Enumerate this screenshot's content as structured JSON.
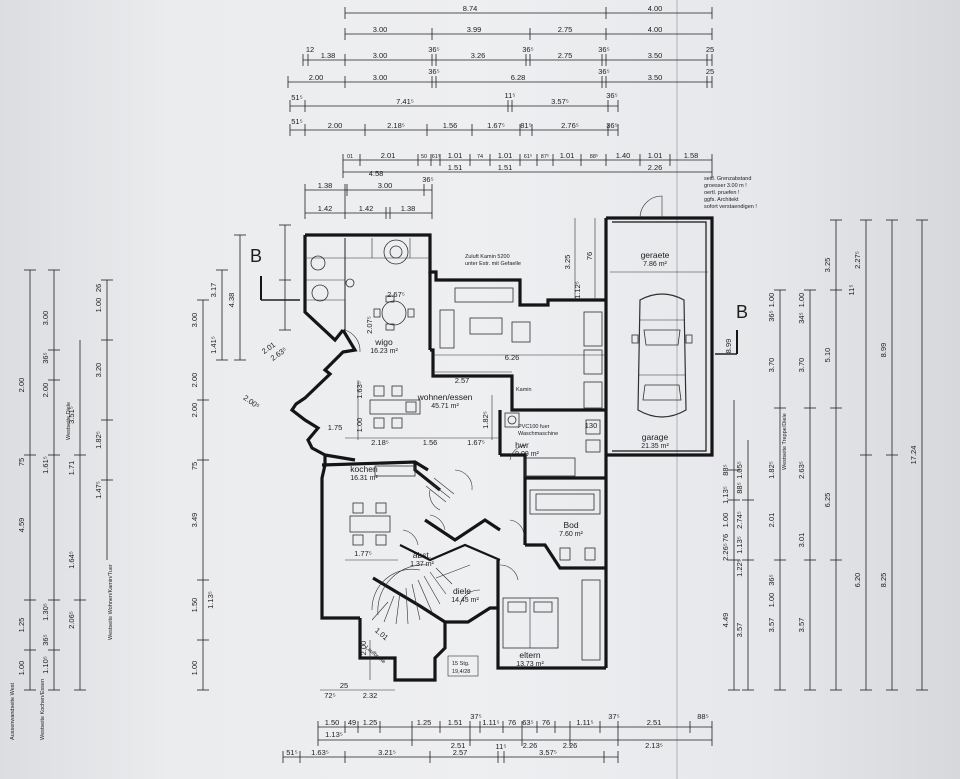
{
  "top_dims": {
    "row1": [
      "8.74",
      "4.00"
    ],
    "row2": [
      "3.00",
      "3.99",
      "2.75",
      "4.00"
    ],
    "row3": [
      "12",
      "1.38",
      "3.00",
      "36⁵",
      "3.26",
      "36⁵",
      "2.75",
      "36⁵",
      "3.50",
      "25"
    ],
    "row4": [
      "2.00",
      "36⁵",
      "3.00",
      "6.28",
      "36⁵",
      "3.50",
      "25"
    ],
    "row5": [
      "51⁵",
      "7.41⁵",
      "11⁵",
      "3.57⁵",
      "36⁵"
    ],
    "row6": [
      "51⁵",
      "2.00",
      "2.18⁵",
      "1.56",
      "1.67⁵",
      "81⁵",
      "2.76⁵",
      "36⁵"
    ],
    "row7": [
      "01",
      "2.01",
      "50",
      "61⁵",
      "1.01",
      "74",
      "1.01",
      "61⁵",
      "87⁵",
      "1.01",
      "88⁵",
      "1.40",
      "1.01",
      "1.58"
    ],
    "row8": [
      "4.58",
      "1.51",
      "1.51",
      "2.26"
    ],
    "row9": [
      "1.38",
      "3.00",
      "36⁵"
    ],
    "row10": [
      "1.42",
      "1.42",
      "1.38"
    ]
  },
  "notes": {
    "grenz": [
      "seitl. Grenzabstand",
      "groesser 3.00 m !",
      "oertl. pruefen !",
      "ggfs. Architekt",
      "sofort verstaendigen !"
    ],
    "kamin": [
      "Zuluft Kamin 5200",
      "unter Estr. mit Gefaelle"
    ],
    "kamin_short": "Kamin",
    "pvc": [
      "PVC100 fuer",
      "Waschmaschine"
    ],
    "stairs": [
      "15 Stg.",
      "19,4/28"
    ],
    "landing": "Laufbreite"
  },
  "section_markers": [
    "B",
    "B"
  ],
  "rooms": [
    {
      "name": "wigo",
      "area": "16.23 m²"
    },
    {
      "name": "wohnen/essen",
      "area": "45.71 m²"
    },
    {
      "name": "kochen",
      "area": "16.31 m²"
    },
    {
      "name": "abst.",
      "area": "1.37 m²"
    },
    {
      "name": "diele",
      "area": "14.45 m²"
    },
    {
      "name": "hwr",
      "area": "9.09 m²"
    },
    {
      "name": "Bod",
      "area": "7.60 m²"
    },
    {
      "name": "eltern",
      "area": "13.73 m²"
    },
    {
      "name": "geraete",
      "area": "7.86 m²"
    },
    {
      "name": "garage",
      "area": "21.35 m²"
    }
  ],
  "inner_dims": {
    "wigo_w": "2.67⁵",
    "wigo_h": "2.07⁵",
    "liv_w": "6.26",
    "liv_low": "2.57",
    "kit_w": "2.18⁵",
    "mid1": "1.56",
    "mid2": "1.67⁵",
    "kit_h": "1.00",
    "kit_w2": "1.77⁵",
    "stair_w": "2.00",
    "porch": "72⁵",
    "porch2": "2.32",
    "porch3": "25",
    "v1": "1.63⁵",
    "v2": "1.82⁵",
    "v3": "1.75",
    "diag1": "2.01",
    "diag2": "2.63⁵",
    "diag3": "2.00⁵",
    "door": "1.01",
    "g1": "130",
    "g2": "3.25",
    "g3": "1.12⁵",
    "g4": "76"
  },
  "left_dims": {
    "col1": [
      "4.59",
      "2.00",
      "75",
      "1.25",
      "1.00"
    ],
    "col2": [
      "36⁵",
      "1.30⁵",
      "36⁵",
      "1.10⁵",
      "2.00",
      "1.61⁵",
      "3.51⁵"
    ],
    "col3": [
      "3.00",
      "1.71",
      "1.64⁵",
      "2.06⁵"
    ],
    "col4": [
      "26",
      "1.00",
      "3.20",
      "1.82⁵",
      "1.47⁵"
    ],
    "col5": [
      "3.00",
      "2.00",
      "75",
      "2.00",
      "1.50",
      "1.00",
      "3.49",
      "1.13⁵"
    ],
    "col6": [
      "1.41⁵",
      "3.17",
      "4.38"
    ],
    "notes": [
      "Aussenwandseite West",
      "Westseite Kochen/Essen",
      "Westseite Diele",
      "Westseite Wohnen/Kamin/Tuer"
    ]
  },
  "right_dims": {
    "col1": [
      "4.49",
      "88⁵",
      "1.13⁵",
      "1.00",
      "76",
      "2.26⁵"
    ],
    "col2": [
      "3.57",
      "1.22⁵",
      "2.74⁵",
      "1.13⁵",
      "1.05⁵",
      "88⁵"
    ],
    "col3": [
      "3.57",
      "36⁵",
      "1.00",
      "2.01",
      "1.82⁵",
      "3.70",
      "1.00",
      "36⁵"
    ],
    "col4": [
      "3.57",
      "3.01",
      "2.63⁵",
      "3.70",
      "1.00",
      "3.25"
    ],
    "col5": [
      "6.25",
      "5.10",
      "6.20",
      "2.27⁵"
    ],
    "col6": [
      "8.25",
      "8.99"
    ],
    "col7": [
      "17.24"
    ],
    "misc": [
      "8.99",
      "34⁵",
      "11⁵"
    ],
    "note": "Westseite Treppe/Diele"
  },
  "bottom_dims": {
    "row1": [
      "1.50",
      "49",
      "1.25",
      "1.25",
      "1.51",
      "37⁵",
      "1.11⁵",
      "76",
      "63⁵",
      "76",
      "1.11⁵",
      "37⁵",
      "2.51",
      "88⁵"
    ],
    "row2": [
      "1.13⁵",
      "2.51",
      "2.26",
      "2.26",
      "2.13⁵"
    ],
    "row3": [
      "51⁵",
      "1.63⁵",
      "3.21⁵",
      "2.57",
      "11⁵",
      "3.57⁵"
    ]
  }
}
